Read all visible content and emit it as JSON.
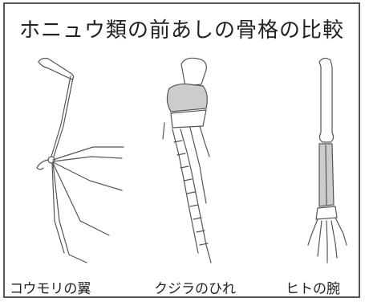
{
  "title": "ホニュウ類の前あしの骨格の比較",
  "captions": {
    "bat": "コウモリの翼",
    "whale": "クジラのひれ",
    "human": "ヒトの腕"
  },
  "colors": {
    "line": "#555555",
    "shade": "#bbbbbb"
  }
}
